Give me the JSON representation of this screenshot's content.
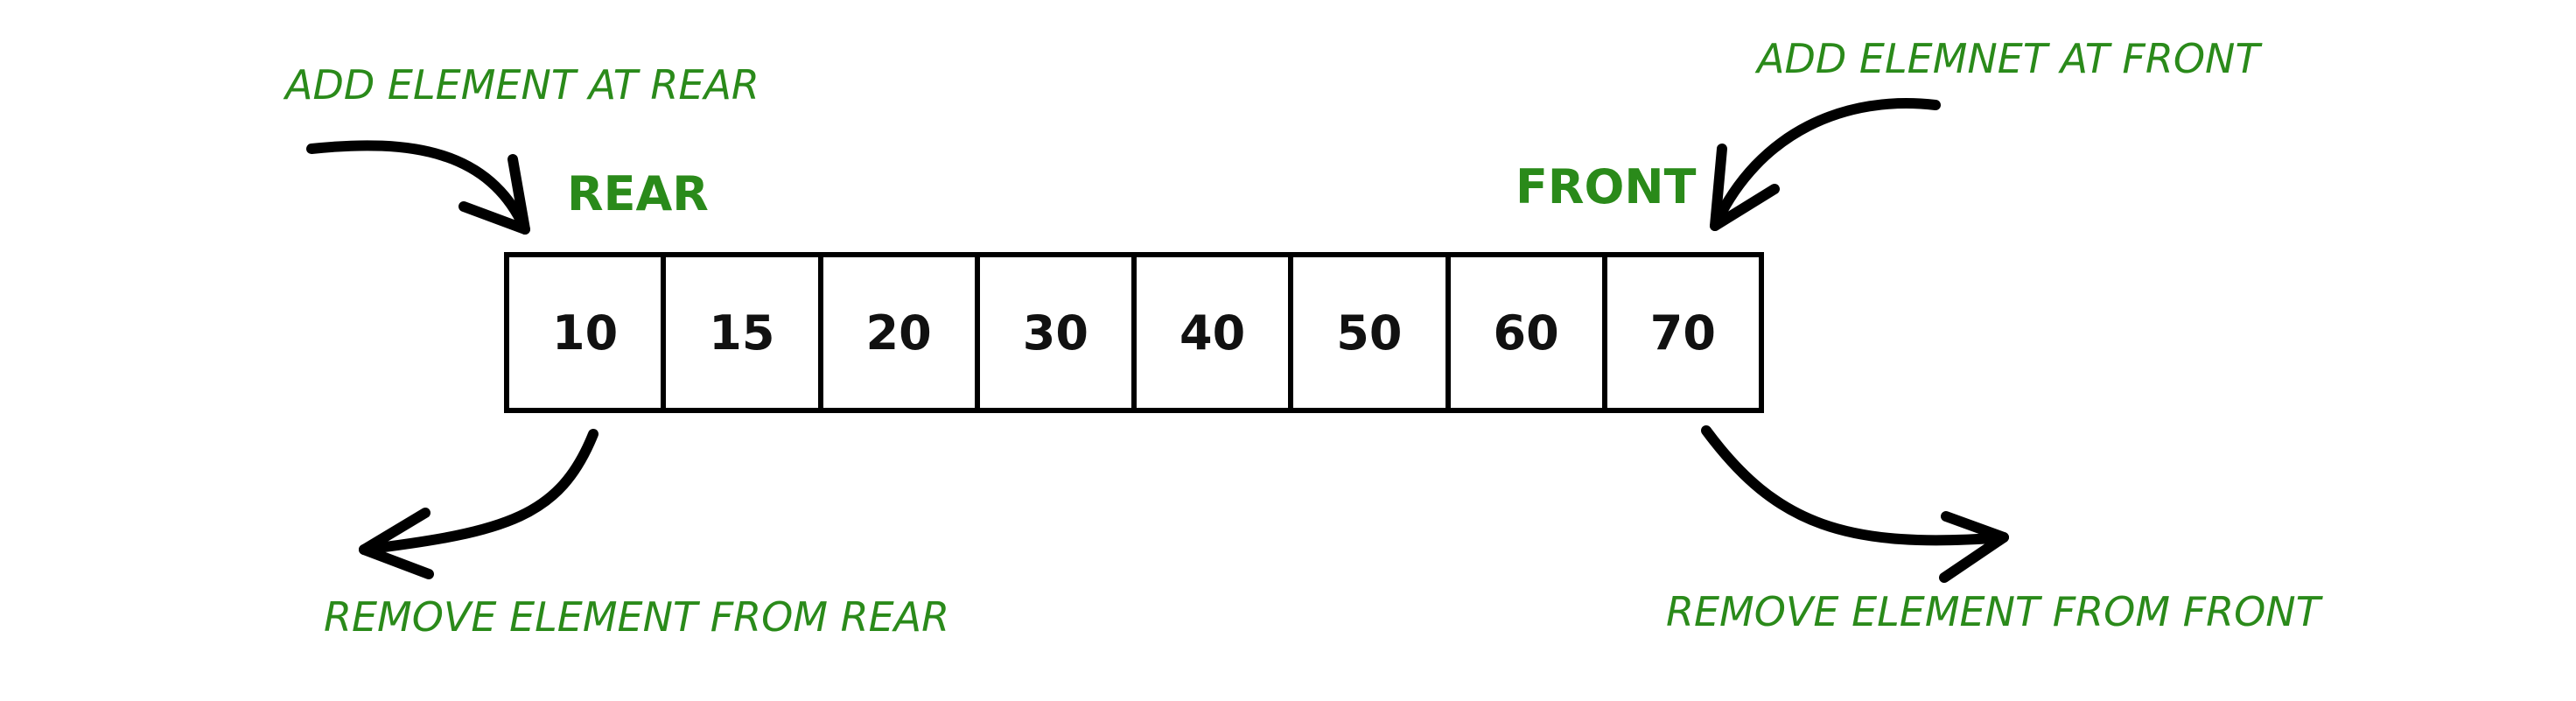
{
  "operations": {
    "add_rear": "ADD ELEMENT AT REAR",
    "add_front": "ADD ELEMNET AT FRONT",
    "remove_rear": "REMOVE ELEMENT FROM REAR",
    "remove_front": "REMOVE ELEMENT FROM FRONT"
  },
  "ends": {
    "rear": "REAR",
    "front": "FRONT"
  },
  "queue": {
    "values": [
      "10",
      "15",
      "20",
      "30",
      "40",
      "50",
      "60",
      "70"
    ]
  },
  "colors": {
    "label_green": "#2a8a1a",
    "outline": "#000000"
  }
}
